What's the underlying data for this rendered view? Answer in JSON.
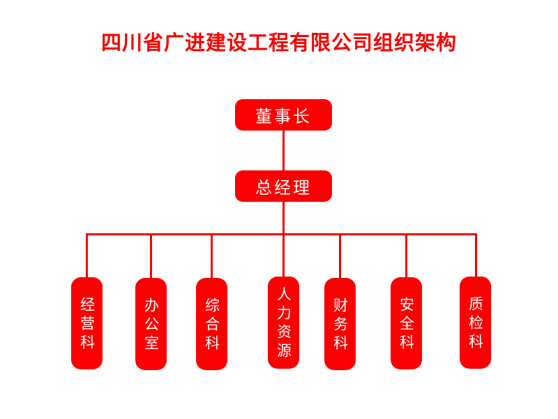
{
  "chart": {
    "title": "四川省广进建设工程有限公司组织架构",
    "accent_color": "#f80000",
    "node_fill": "#fa0000",
    "node_text_color": "#ffffff",
    "background_color": "#ffffff",
    "type": "organizational-chart"
  },
  "nodes": {
    "chairman": {
      "label": "董事长"
    },
    "general_manager": {
      "label": "总经理"
    }
  },
  "departments": [
    {
      "label": "经营科"
    },
    {
      "label": "办公室"
    },
    {
      "label": "综合科"
    },
    {
      "label": "人力资源"
    },
    {
      "label": "财务科"
    },
    {
      "label": "安全科"
    },
    {
      "label": "质检科"
    }
  ]
}
